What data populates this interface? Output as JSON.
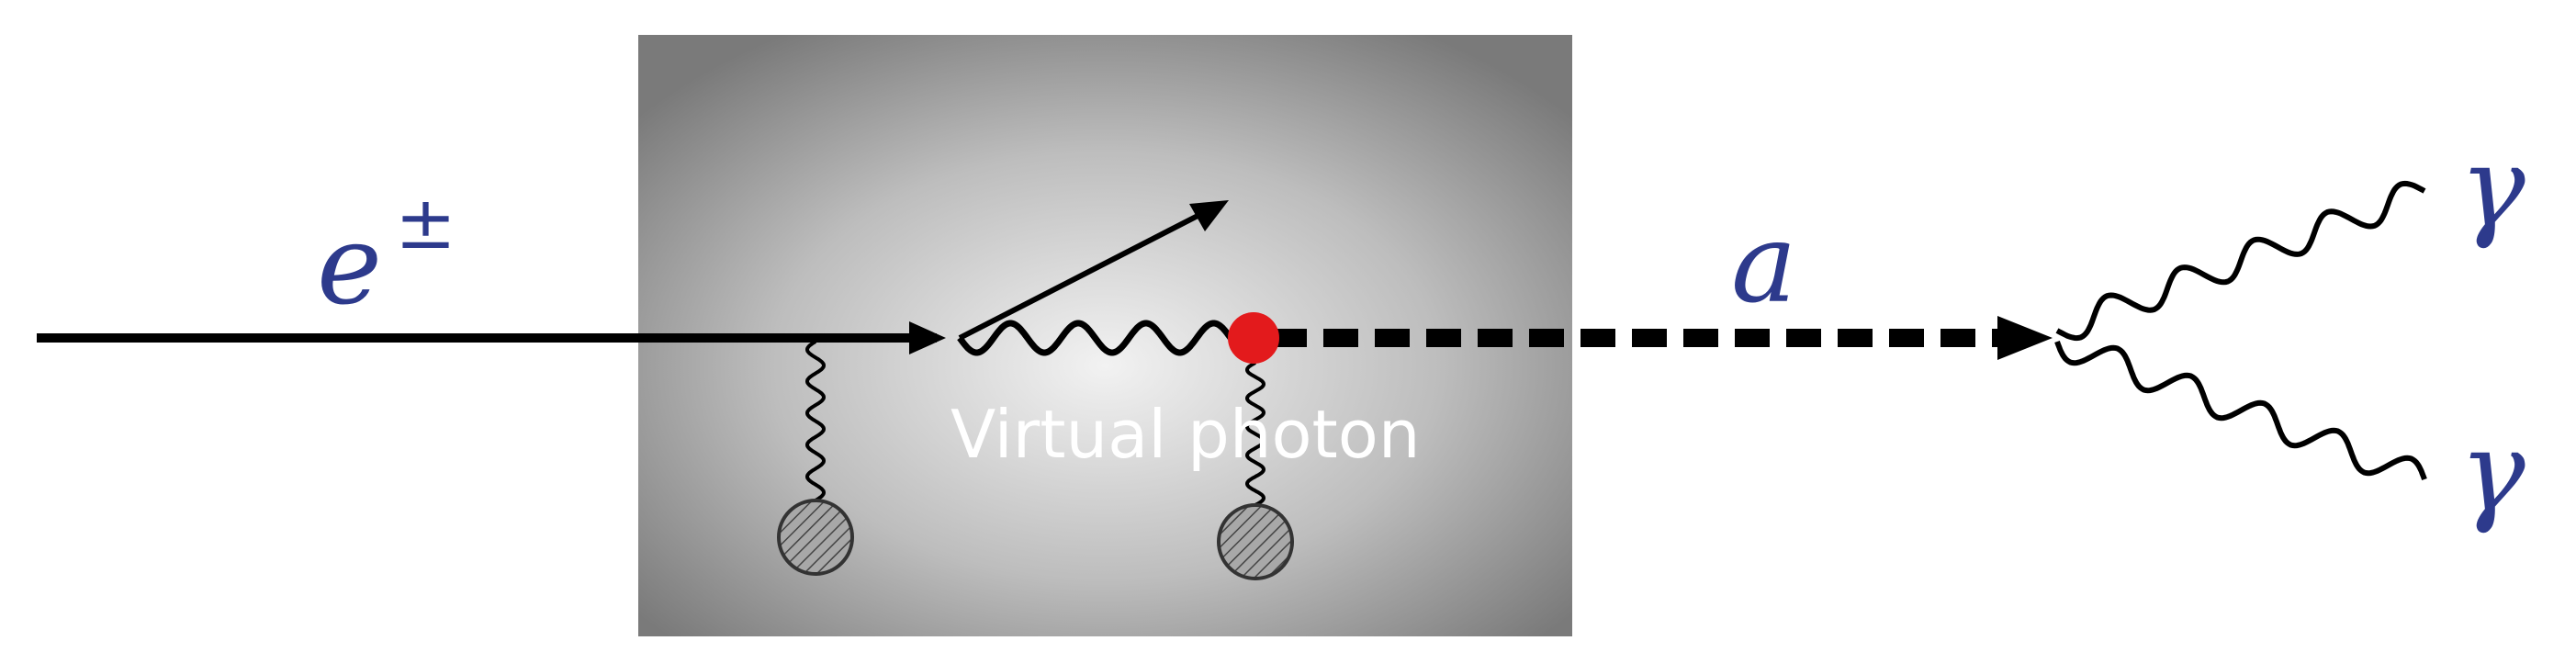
{
  "diagram": {
    "incoming_particle": "e",
    "incoming_charge": "±",
    "outgoing_particle": "a",
    "photon_top": "γ",
    "photon_bottom": "γ",
    "virtual_photon_label": "Virtual photon"
  },
  "colors": {
    "box_center": "#f2f2f2",
    "box_edge": "#7a7a7a",
    "math_text": "#2d3a8c",
    "vertex_dot": "#e31a1c",
    "line": "#000000",
    "nucleus_fill": "#9a9a9a"
  }
}
